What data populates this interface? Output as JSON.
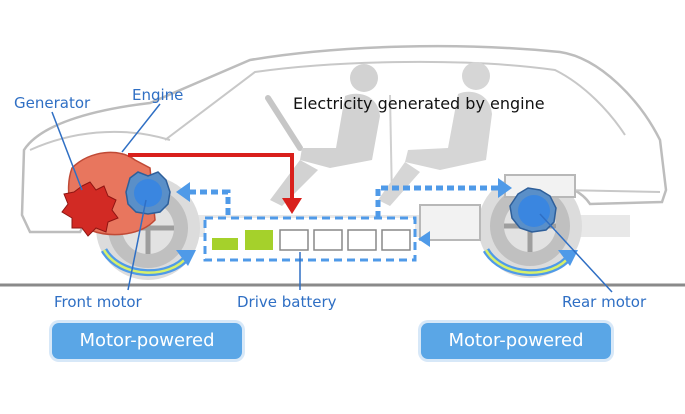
{
  "labels": {
    "generator": "Generator",
    "engine": "Engine",
    "electricity": "Electricity generated by engine",
    "front_motor": "Front motor",
    "drive_battery": "Drive battery",
    "rear_motor": "Rear motor"
  },
  "badges": {
    "front": "Motor-powered",
    "rear": "Motor-powered"
  },
  "colors": {
    "engine": "#e8765e",
    "generator": "#d22a24",
    "motor": "#3a86e0",
    "power_flow": "#d9201c",
    "electric_flow": "#4f9ae8",
    "wheel_flow": "#c6e04a",
    "battery_cell_green": "#a5d12b",
    "badge_bg": "#5aa6e6"
  }
}
